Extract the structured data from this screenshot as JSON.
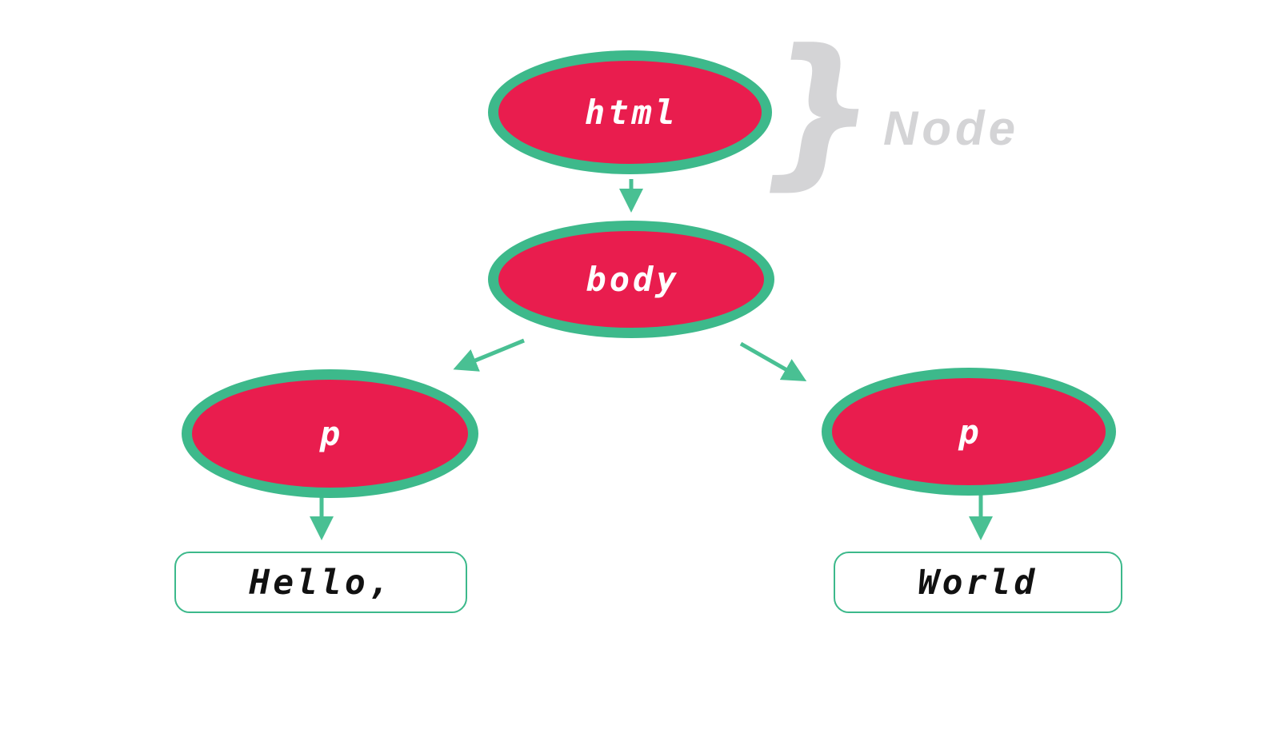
{
  "diagram": {
    "nodes": {
      "html": {
        "label": "html"
      },
      "body": {
        "label": "body"
      },
      "p_left": {
        "label": "p"
      },
      "p_right": {
        "label": "p"
      }
    },
    "leaves": {
      "hello": {
        "text": "Hello,"
      },
      "world": {
        "text": "World"
      }
    },
    "edges": [
      {
        "from": "html",
        "to": "body"
      },
      {
        "from": "body",
        "to": "p_left"
      },
      {
        "from": "body",
        "to": "p_right"
      },
      {
        "from": "p_left",
        "to": "hello"
      },
      {
        "from": "p_right",
        "to": "world"
      }
    ],
    "annotation": {
      "brace_glyph": "}",
      "label": "Node"
    },
    "colors": {
      "node_fill": "#e91d4e",
      "node_ring": "#3db98b",
      "arrow": "#49c093",
      "annotation_gray": "#d4d4d6",
      "leaf_border": "#3cb98b",
      "leaf_text": "#111111",
      "node_text": "#ffffff",
      "background": "#ffffff"
    }
  }
}
